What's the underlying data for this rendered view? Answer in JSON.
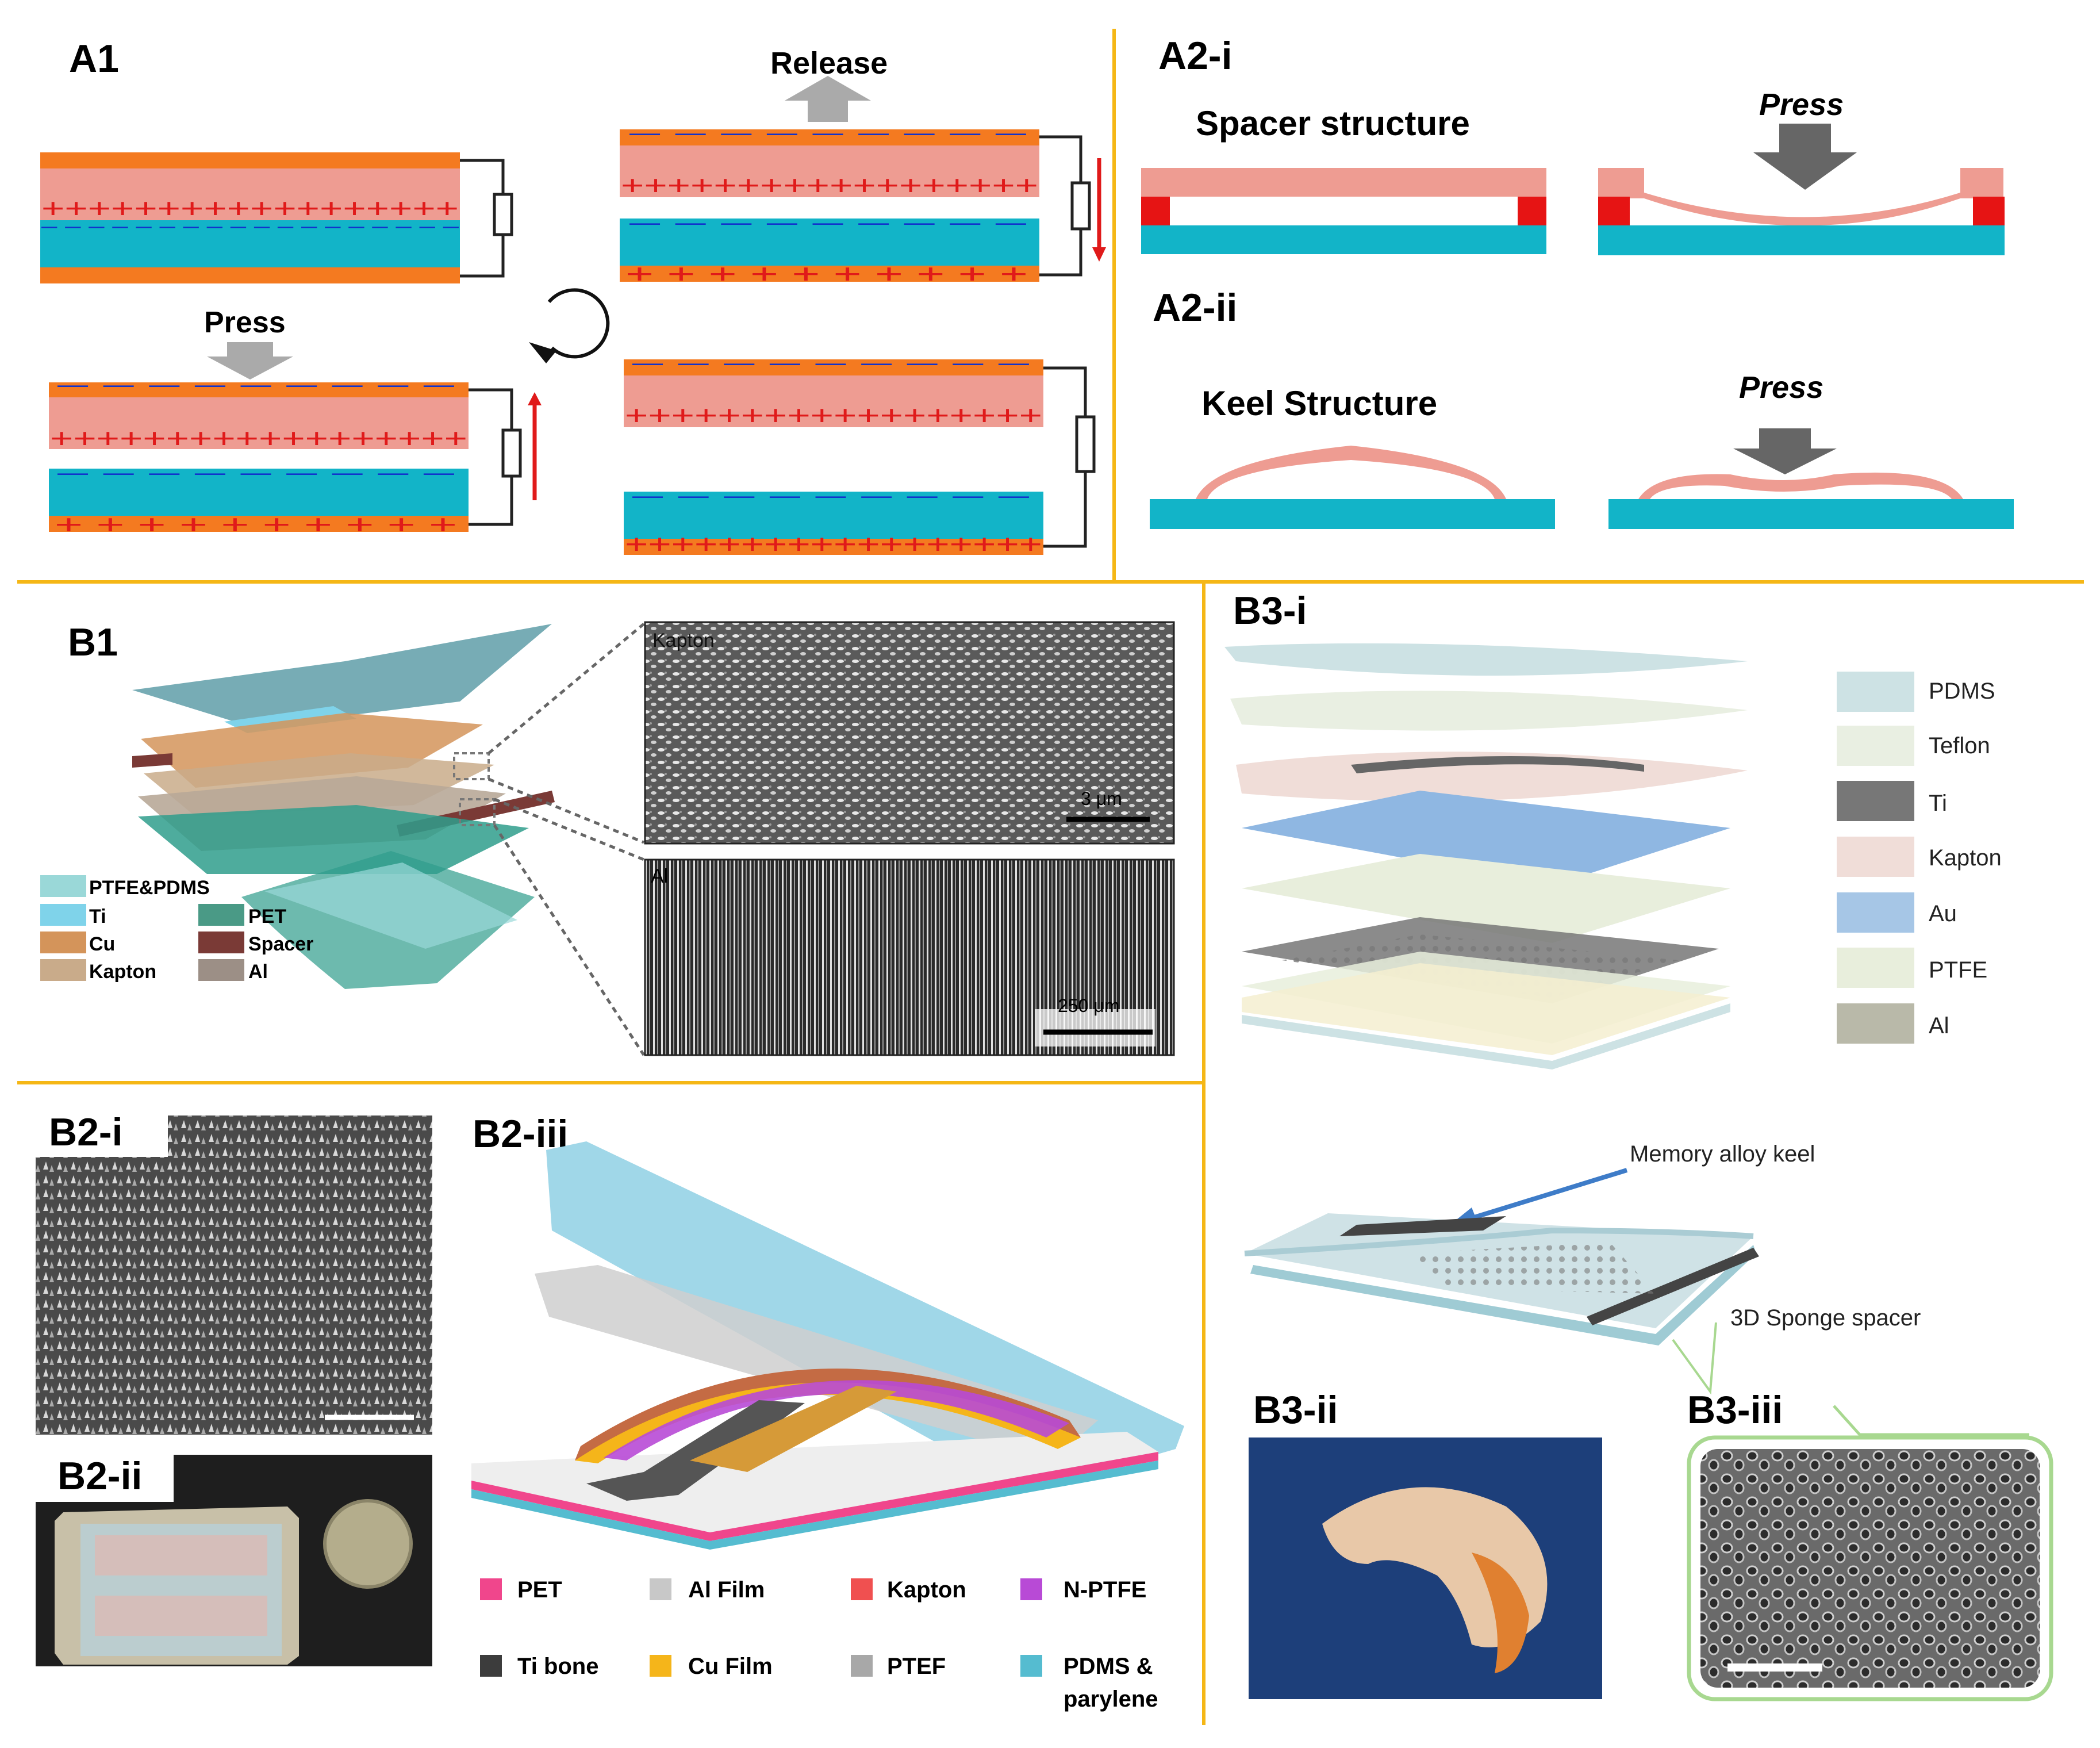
{
  "colors": {
    "orange": "#f47a20",
    "salmon": "#ee9c92",
    "teal": "#12b4c8",
    "divider": "#f5b716",
    "arrow_gray": "#aaaaaa",
    "red": "#e01a1a",
    "blue": "#1133cc"
  },
  "panels": {
    "A1": "A1",
    "A2i": "A2-i",
    "A2ii": "A2-ii",
    "B1": "B1",
    "B2i": "B2-i",
    "B2ii": "B2-ii",
    "B2iii": "B2-iii",
    "B3i": "B3-i",
    "B3ii": "B3-ii",
    "B3iii": "B3-iii"
  },
  "a1": {
    "release": "Release",
    "press": "Press",
    "plus_dense": "++++++++++++++++++",
    "plus_sparse": "+   +   +   +   +   +   +   +   +   +",
    "minus_dense": "– – – – – – – – – – – – – – – – – –",
    "minus_sparse": "–   –   –   –   –   –   –   –   –"
  },
  "a2": {
    "spacer_structure": "Spacer structure",
    "keel_structure": "Keel Structure",
    "press": "Press"
  },
  "b1": {
    "sem_top_label": "Kapton",
    "sem_top_scale": "3 μm",
    "sem_bottom_label": "Al",
    "sem_bottom_scale": "250 μm",
    "legend": [
      {
        "label": "PTFE&PDMS",
        "color": "#9ad8d8"
      },
      {
        "label": "Ti",
        "color": "#7fd3ea"
      },
      {
        "label": "PET",
        "color": "#4a9a86"
      },
      {
        "label": "Cu",
        "color": "#d4945a"
      },
      {
        "label": "Spacer",
        "color": "#7a3a36"
      },
      {
        "label": "Kapton",
        "color": "#c9ab8a"
      },
      {
        "label": "Al",
        "color": "#9c8f86"
      }
    ]
  },
  "b2": {
    "legend": [
      {
        "label": "PET",
        "color": "#f0468c"
      },
      {
        "label": "Al Film",
        "color": "#c8c8c8"
      },
      {
        "label": "Kapton",
        "color": "#f05050"
      },
      {
        "label": "N-PTFE",
        "color": "#b84ad6"
      },
      {
        "label": "Ti bone",
        "color": "#3c3c3c"
      },
      {
        "label": "Cu Film",
        "color": "#f5b51a"
      },
      {
        "label": "PTEF",
        "color": "#a8a8a8"
      },
      {
        "label": "PDMS &",
        "label2": "parylene",
        "color": "#55bcd0"
      }
    ]
  },
  "b3": {
    "legend": [
      {
        "label": "PDMS",
        "color": "#cde2e4"
      },
      {
        "label": "Teflon",
        "color": "#e9efe2"
      },
      {
        "label": "Ti",
        "color": "#777777"
      },
      {
        "label": "Kapton",
        "color": "#f0ddd8"
      },
      {
        "label": "Au",
        "color": "#a6c6e6"
      },
      {
        "label": "PTFE",
        "color": "#e8eedc"
      },
      {
        "label": "Al",
        "color": "#b9b9a9"
      }
    ],
    "memory_alloy_keel": "Memory alloy keel",
    "sponge_spacer": "3D Sponge spacer"
  }
}
